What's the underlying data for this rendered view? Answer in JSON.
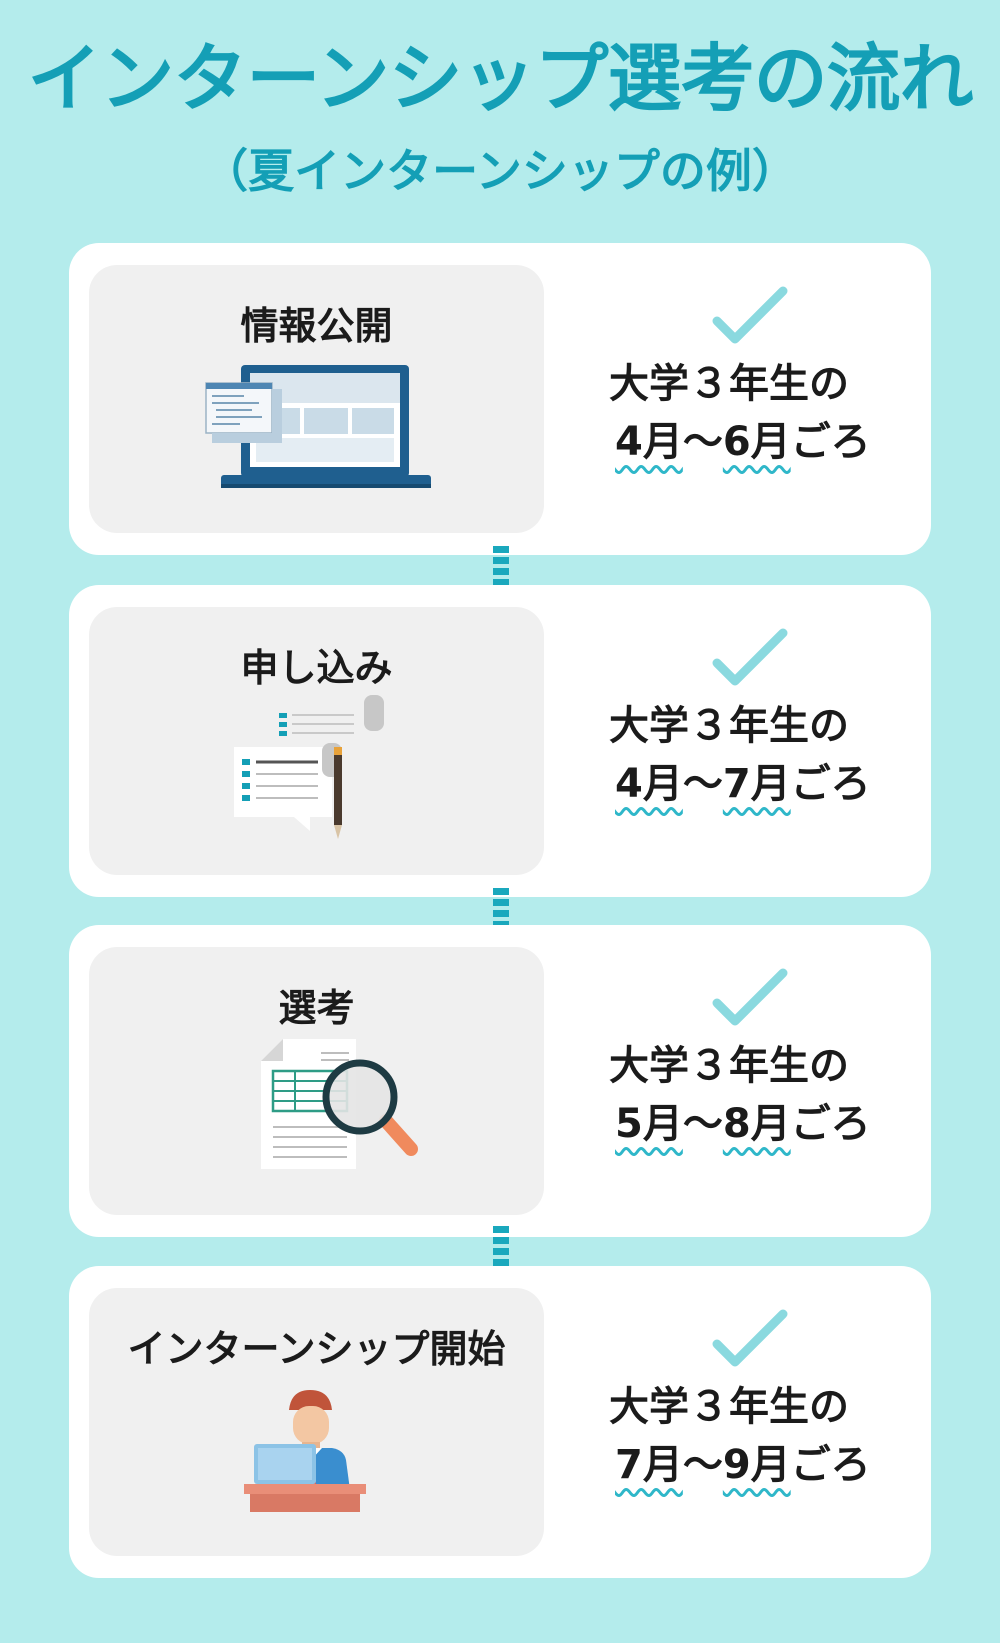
{
  "title": "インターンシップ選考の流れ",
  "subtitle": "（夏インターンシップの例）",
  "steps": [
    {
      "label": "情報公開",
      "icon": "laptop-icon",
      "prefix": "大学３年生の",
      "start": "4月",
      "sep": "〜",
      "end": "6月",
      "suffix": "ごろ"
    },
    {
      "label": "申し込み",
      "icon": "application-form-icon",
      "prefix": "大学３年生の",
      "start": "4月",
      "sep": "〜",
      "end": "7月",
      "suffix": "ごろ"
    },
    {
      "label": "選考",
      "icon": "document-magnifier-icon",
      "prefix": "大学３年生の",
      "start": "5月",
      "sep": "〜",
      "end": "8月",
      "suffix": "ごろ"
    },
    {
      "label": "インターンシップ開始",
      "icon": "intern-at-desk-icon",
      "prefix": "大学３年生の",
      "start": "7月",
      "sep": "〜",
      "end": "9月",
      "suffix": "ごろ"
    }
  ],
  "colors": {
    "accent": "#149fb6",
    "background": "#b4ecec",
    "check": "#8ad9df",
    "arrow": "#1aa8bd"
  }
}
